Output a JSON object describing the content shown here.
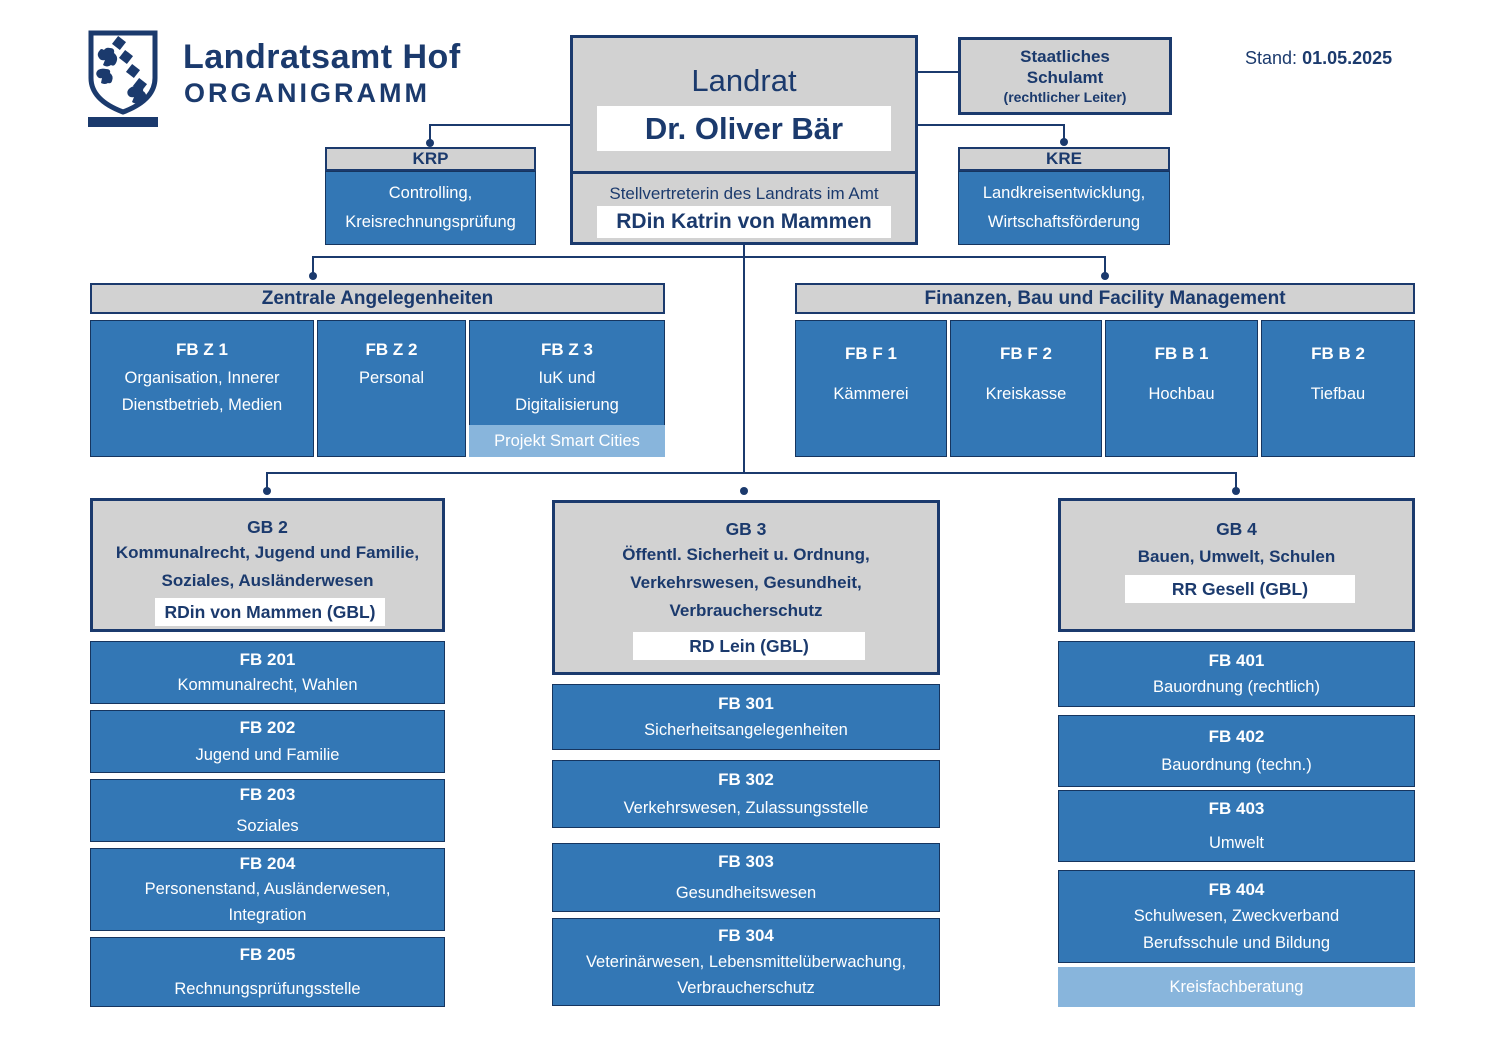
{
  "colors": {
    "navy": "#1b3a6d",
    "blue": "#3377b5",
    "light_blue": "#88b5dc",
    "gray": "#d2d2d2"
  },
  "header": {
    "org_name": "Landratsamt Hof",
    "doc_type": "ORGANIGRAMM",
    "stand_label": "Stand:",
    "stand_date": "01.05.2025"
  },
  "landrat": {
    "title": "Landrat",
    "name": "Dr. Oliver Bär",
    "deputy_label": "Stellvertreterin des Landrats im Amt",
    "deputy_name": "RDin Katrin von Mammen"
  },
  "schulamt": {
    "lines": [
      "Staatliches",
      "Schulamt",
      "(rechtlicher Leiter)"
    ]
  },
  "krp": {
    "code": "KRP",
    "lines": [
      "Controlling,",
      "Kreisrechnungsprüfung"
    ]
  },
  "kre": {
    "code": "KRE",
    "lines": [
      "Landkreisentwicklung,",
      "Wirtschaftsförderung"
    ]
  },
  "zentrale": {
    "title": "Zentrale Angelegenheiten",
    "units": [
      {
        "code": "FB Z 1",
        "lines": [
          "Organisation, Innerer",
          "Dienstbetrieb, Medien"
        ]
      },
      {
        "code": "FB Z 2",
        "lines": [
          "Personal"
        ]
      },
      {
        "code": "FB Z 3",
        "lines": [
          "IuK und",
          "Digitalisierung"
        ],
        "project": "Projekt Smart Cities"
      }
    ]
  },
  "finanzen": {
    "title": "Finanzen, Bau und Facility Management",
    "units": [
      {
        "code": "FB F 1",
        "lines": [
          "Kämmerei"
        ]
      },
      {
        "code": "FB F 2",
        "lines": [
          "Kreiskasse"
        ]
      },
      {
        "code": "FB B 1",
        "lines": [
          "Hochbau"
        ]
      },
      {
        "code": "FB B 2",
        "lines": [
          "Tiefbau"
        ]
      }
    ]
  },
  "gb2": {
    "code": "GB 2",
    "desc": [
      "Kommunalrecht, Jugend und Familie,",
      "Soziales, Ausländerwesen"
    ],
    "leader": "RDin von Mammen (GBL)",
    "units": [
      {
        "code": "FB 201",
        "lines": [
          "Kommunalrecht, Wahlen"
        ]
      },
      {
        "code": "FB 202",
        "lines": [
          "Jugend und Familie"
        ]
      },
      {
        "code": "FB 203",
        "lines": [
          "Soziales"
        ]
      },
      {
        "code": "FB 204",
        "lines": [
          "Personenstand, Ausländerwesen,",
          "Integration"
        ]
      },
      {
        "code": "FB 205",
        "lines": [
          "Rechnungsprüfungsstelle"
        ]
      }
    ]
  },
  "gb3": {
    "code": "GB 3",
    "desc": [
      "Öffentl. Sicherheit u. Ordnung,",
      "Verkehrswesen, Gesundheit,",
      "Verbraucherschutz"
    ],
    "leader": "RD Lein (GBL)",
    "units": [
      {
        "code": "FB 301",
        "lines": [
          "Sicherheitsangelegenheiten"
        ]
      },
      {
        "code": "FB 302",
        "lines": [
          "Verkehrswesen, Zulassungsstelle"
        ]
      },
      {
        "code": "FB 303",
        "lines": [
          "Gesundheitswesen"
        ]
      },
      {
        "code": "FB 304",
        "lines": [
          "Veterinärwesen, Lebensmittelüberwachung,",
          "Verbraucherschutz"
        ]
      }
    ]
  },
  "gb4": {
    "code": "GB 4",
    "desc": [
      "Bauen, Umwelt, Schulen"
    ],
    "leader": "RR Gesell (GBL)",
    "units": [
      {
        "code": "FB 401",
        "lines": [
          "Bauordnung (rechtlich)"
        ]
      },
      {
        "code": "FB 402",
        "lines": [
          "Bauordnung (techn.)"
        ]
      },
      {
        "code": "FB 403",
        "lines": [
          "Umwelt"
        ]
      },
      {
        "code": "FB 404",
        "lines": [
          "Schulwesen, Zweckverband",
          "Berufsschule und Bildung"
        ]
      }
    ],
    "extra": "Kreisfachberatung"
  }
}
